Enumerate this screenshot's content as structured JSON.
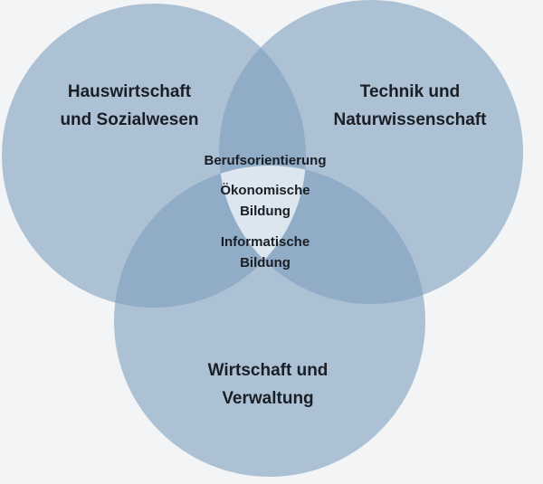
{
  "colors": {
    "background": "#f3f4f6",
    "circle_fill": "#7f9fbe",
    "center_fill": "#e6edf4",
    "text": "#1a1f26"
  },
  "circles": {
    "top_left": {
      "line1": "Hauswirtschaft",
      "line2": "und Sozialwesen"
    },
    "top_right": {
      "line1": "Technik und",
      "line2": "Naturwissenschaft"
    },
    "bottom": {
      "line1": "Wirtschaft und",
      "line2": "Verwaltung"
    }
  },
  "center": {
    "item1": "Berufsorientierung",
    "item2_line1": "Ökonomische",
    "item2_line2": "Bildung",
    "item3_line1": "Informatische",
    "item3_line2": "Bildung"
  }
}
